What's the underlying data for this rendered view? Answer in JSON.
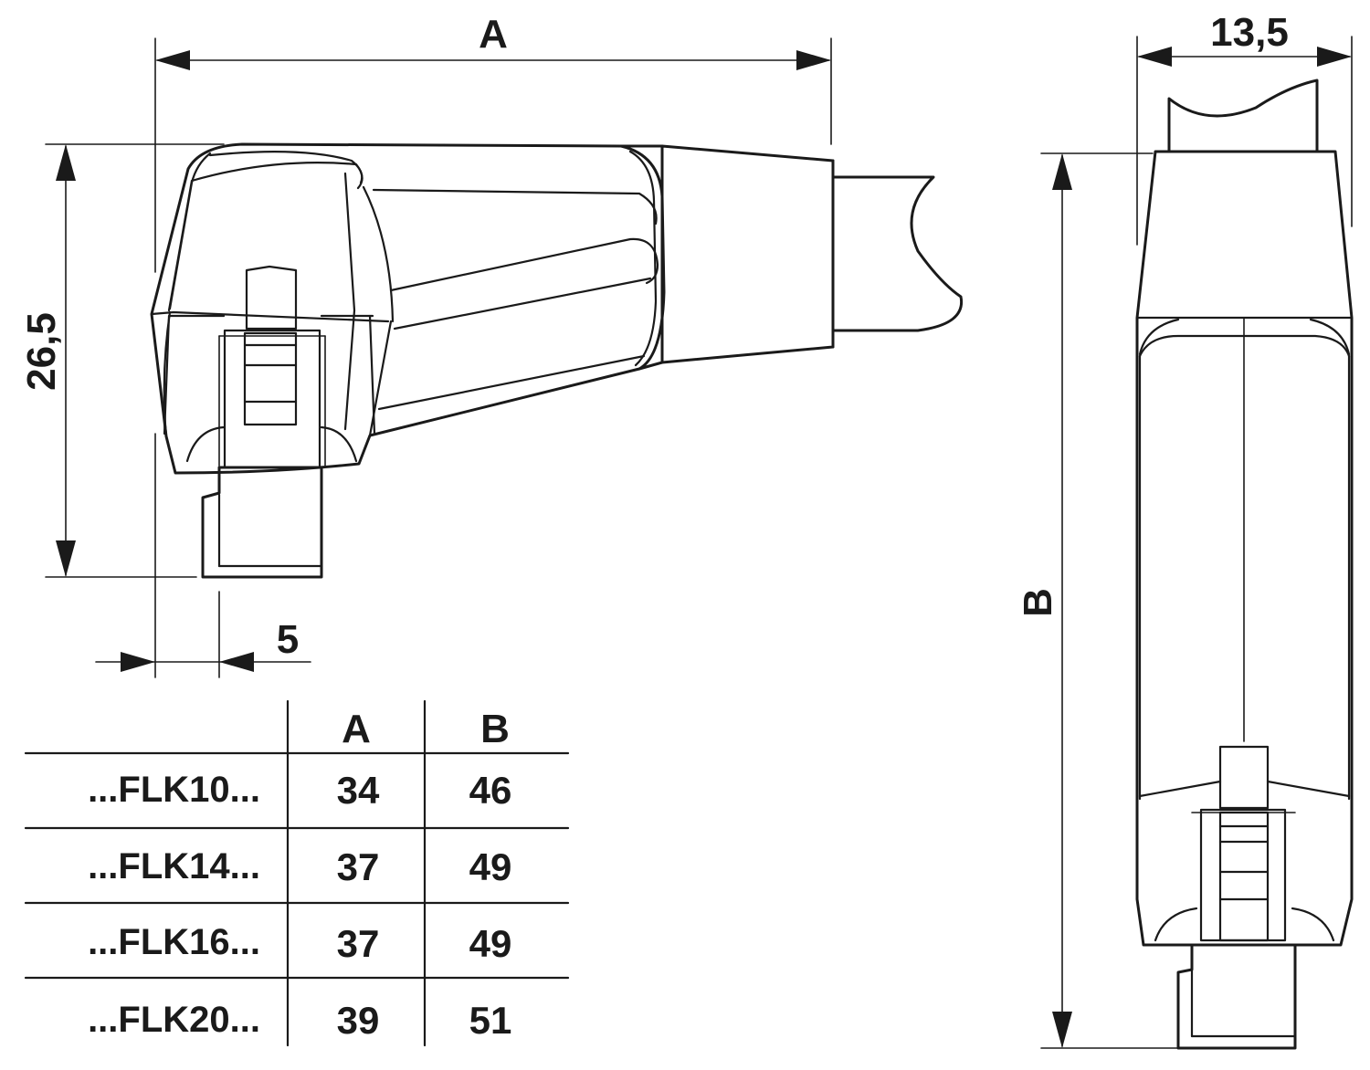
{
  "dimensions": {
    "a_label": "A",
    "height": "26,5",
    "offset": "5",
    "width": "13,5",
    "b_label": "B"
  },
  "table": {
    "columns": [
      "A",
      "B"
    ],
    "rows": [
      {
        "name": "...FLK10...",
        "a": "34",
        "b": "46"
      },
      {
        "name": "...FLK14...",
        "a": "37",
        "b": "49"
      },
      {
        "name": "...FLK16...",
        "a": "37",
        "b": "49"
      },
      {
        "name": "...FLK20...",
        "a": "39",
        "b": "51"
      }
    ]
  },
  "colors": {
    "line": "#1a1a1a",
    "background": "#ffffff"
  }
}
